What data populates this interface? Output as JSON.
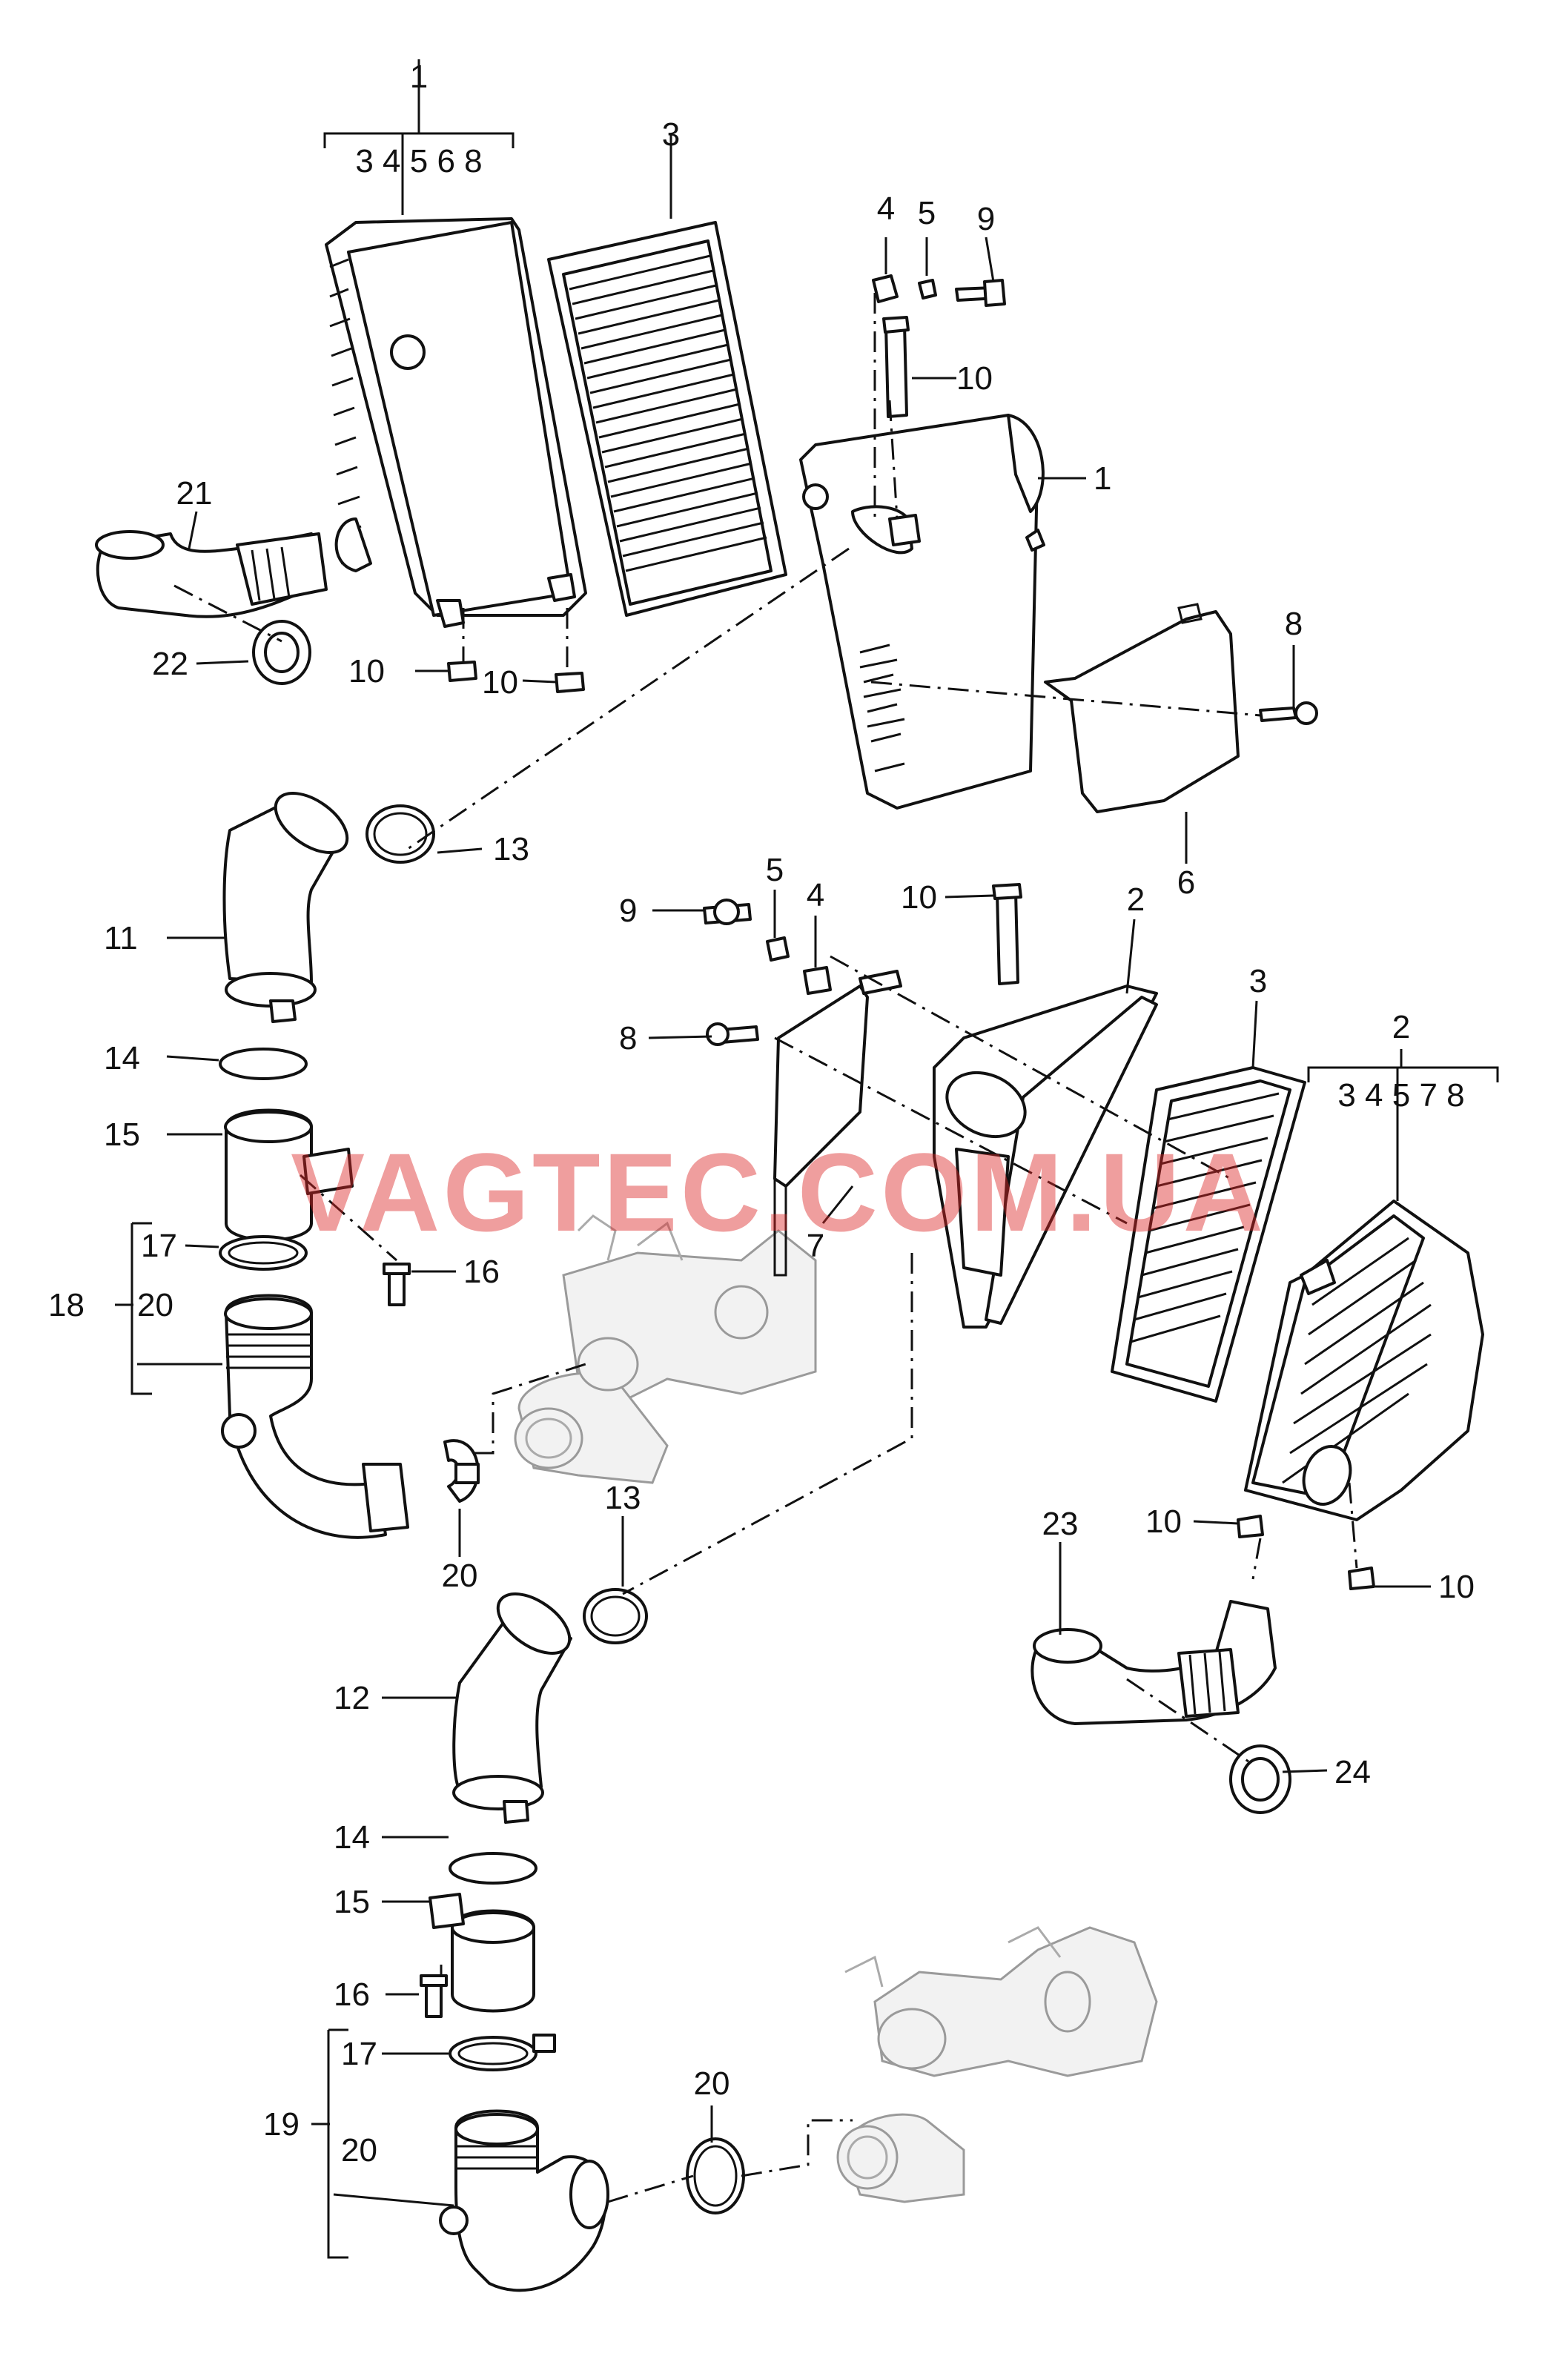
{
  "watermark": "VAGTEC.COM.UA",
  "callouts": {
    "c1_top": "1",
    "c1_group": "3 4 5 6 8",
    "c3_top": "3",
    "c4_top": "4",
    "c5_top": "5",
    "c9_top": "9",
    "c10_top": "10",
    "c1_right": "1",
    "c21": "21",
    "c22": "22",
    "c10_a": "10",
    "c10_b": "10",
    "c8_top": "8",
    "c6": "6",
    "c13_top": "13",
    "c11": "11",
    "c5_mid": "5",
    "c4_mid": "4",
    "c9_mid": "9",
    "c10_mid": "10",
    "c2_mid": "2",
    "c3_mid": "3",
    "c2_right": "2",
    "c2_group": "3 4 5 7 8",
    "c8_mid": "8",
    "c7": "7",
    "c14_top": "14",
    "c15_top": "15",
    "c17_top": "17",
    "c18": "18",
    "c20_grp_top": "20",
    "c16_top": "16",
    "c20_clamp_top": "20",
    "c13_mid": "13",
    "c23": "23",
    "c10_r1": "10",
    "c10_r2": "10",
    "c12": "12",
    "c24": "24",
    "c14_bot": "14",
    "c15_bot": "15",
    "c16_bot": "16",
    "c17_bot": "17",
    "c19": "19",
    "c20_grp_bot": "20",
    "c20_clamp_bot": "20"
  }
}
